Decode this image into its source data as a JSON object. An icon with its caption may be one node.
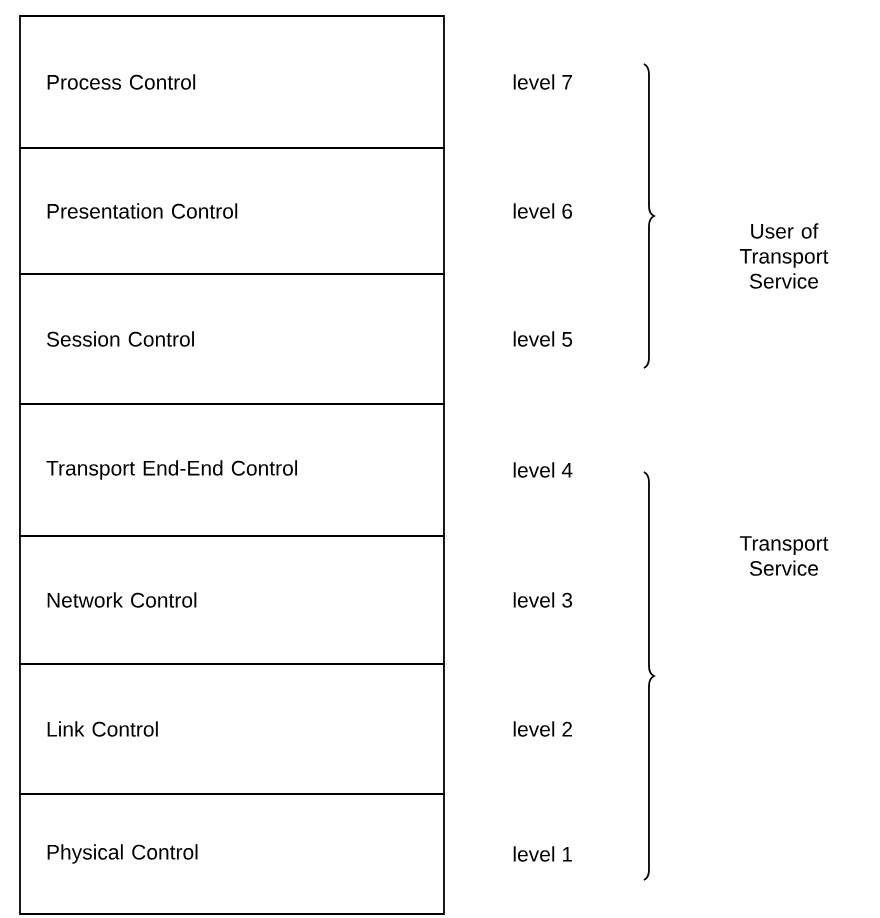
{
  "diagram": {
    "nodes": [
      {
        "text": [
          "Process Control"
        ],
        "beside": [
          "level 7"
        ]
      },
      {
        "text": [
          "Presentation Control"
        ],
        "beside": [
          "level 6"
        ]
      },
      {
        "text": [
          "Session Control"
        ],
        "beside": [
          "level 5"
        ]
      },
      {
        "text": [
          "Transport End-End Control"
        ],
        "beside": [
          "level 4"
        ]
      },
      {
        "text": [
          "Network Control"
        ],
        "beside": [
          "level 3"
        ]
      },
      {
        "text": [
          "Link Control"
        ],
        "beside": [
          "level 2"
        ]
      },
      {
        "text": [
          "Physical Control"
        ],
        "beside": [
          "level 1"
        ]
      }
    ],
    "labels": [
      "User of Transport Service",
      "Transport Service"
    ]
  }
}
